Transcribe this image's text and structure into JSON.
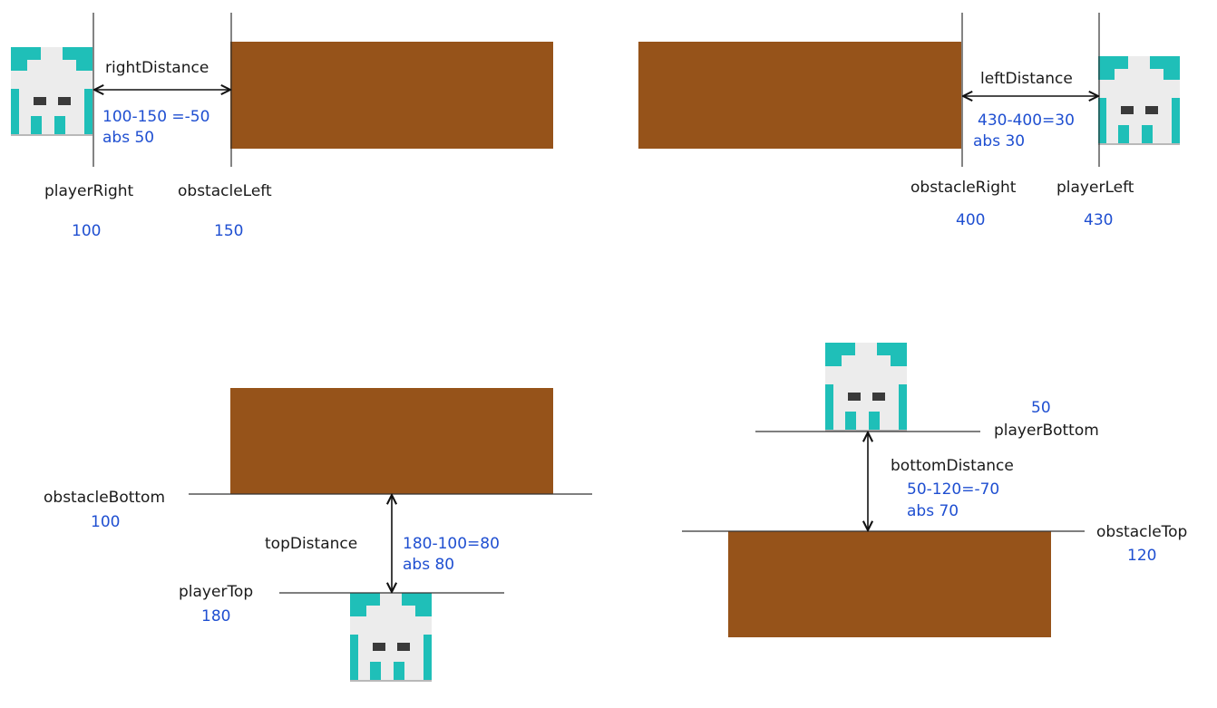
{
  "colors": {
    "obstacle": "#96531a",
    "player_body": "#ececec",
    "player_accent": "#1fbfb8",
    "player_eyes": "#3a3a3a",
    "value_text": "#1f4fd1",
    "label_text": "#1a1a1a",
    "line": "#333333"
  },
  "panels": {
    "right_distance": {
      "label_a": "playerRight",
      "value_a": "100",
      "label_b": "obstacleLeft",
      "value_b": "150",
      "distance_label": "rightDistance",
      "calc_line": "100-150 =-50",
      "abs_line": "abs 50"
    },
    "left_distance": {
      "label_a": "obstacleRight",
      "value_a": "400",
      "label_b": "playerLeft",
      "value_b": "430",
      "distance_label": "leftDistance",
      "calc_line": "430-400=30",
      "abs_line": "abs 30"
    },
    "top_distance": {
      "label_a": "obstacleBottom",
      "value_a": "100",
      "label_b": "playerTop",
      "value_b": "180",
      "distance_label": "topDistance",
      "calc_line": "180-100=80",
      "abs_line": "abs 80"
    },
    "bottom_distance": {
      "label_a": "playerBottom",
      "value_a": "50",
      "label_b": "obstacleTop",
      "value_b": "120",
      "distance_label": "bottomDistance",
      "calc_line": "50-120=-70",
      "abs_line": "abs 70"
    }
  }
}
